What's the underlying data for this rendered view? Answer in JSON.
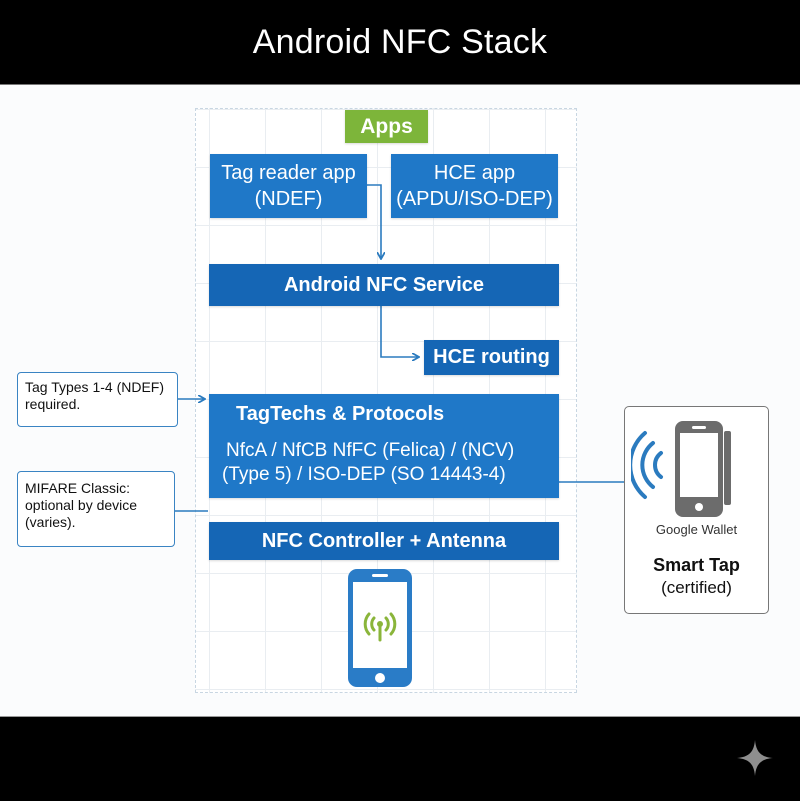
{
  "header": {
    "title": "Android NFC Stack"
  },
  "stack": {
    "apps_label": "Apps",
    "tag_reader_app": {
      "line1": "Tag reader app",
      "line2": "(NDEF)"
    },
    "hce_app": {
      "line1": "HCE app",
      "line2": "(APDU/ISO-DEP)"
    },
    "nfc_service": "Android NFC Service",
    "hce_routing": "HCE routing",
    "tagtechs": {
      "title": "TagTechs & Protocols",
      "line1": "NfcA / NfCB NfFC (Felica) / (NCV)",
      "line2": "(Type 5) / ISO-DEP (SO 14443-4)"
    },
    "controller": "NFC Controller + Antenna",
    "phone_icon": "smartphone-nfc-icon"
  },
  "notes": {
    "tag_types": {
      "line1": "Tag Types 1-4 (NDEF)",
      "line2": "required."
    },
    "mifare": {
      "line1": "MIFARE Classic:",
      "line2": "optional by device",
      "line3": "(varies)."
    }
  },
  "wallet": {
    "brand": "Google Wallet",
    "title": "Smart Tap",
    "subtitle": "(certified)",
    "icon": "contactless-phone-icon"
  },
  "footer": {
    "icon": "sparkle-icon"
  },
  "colors": {
    "apps_green": "#7db53a",
    "box_blue": "#1f78c8",
    "box_dark_blue": "#1566b5",
    "connector_blue": "#2b7bbf",
    "wallet_gray": "#666666"
  }
}
